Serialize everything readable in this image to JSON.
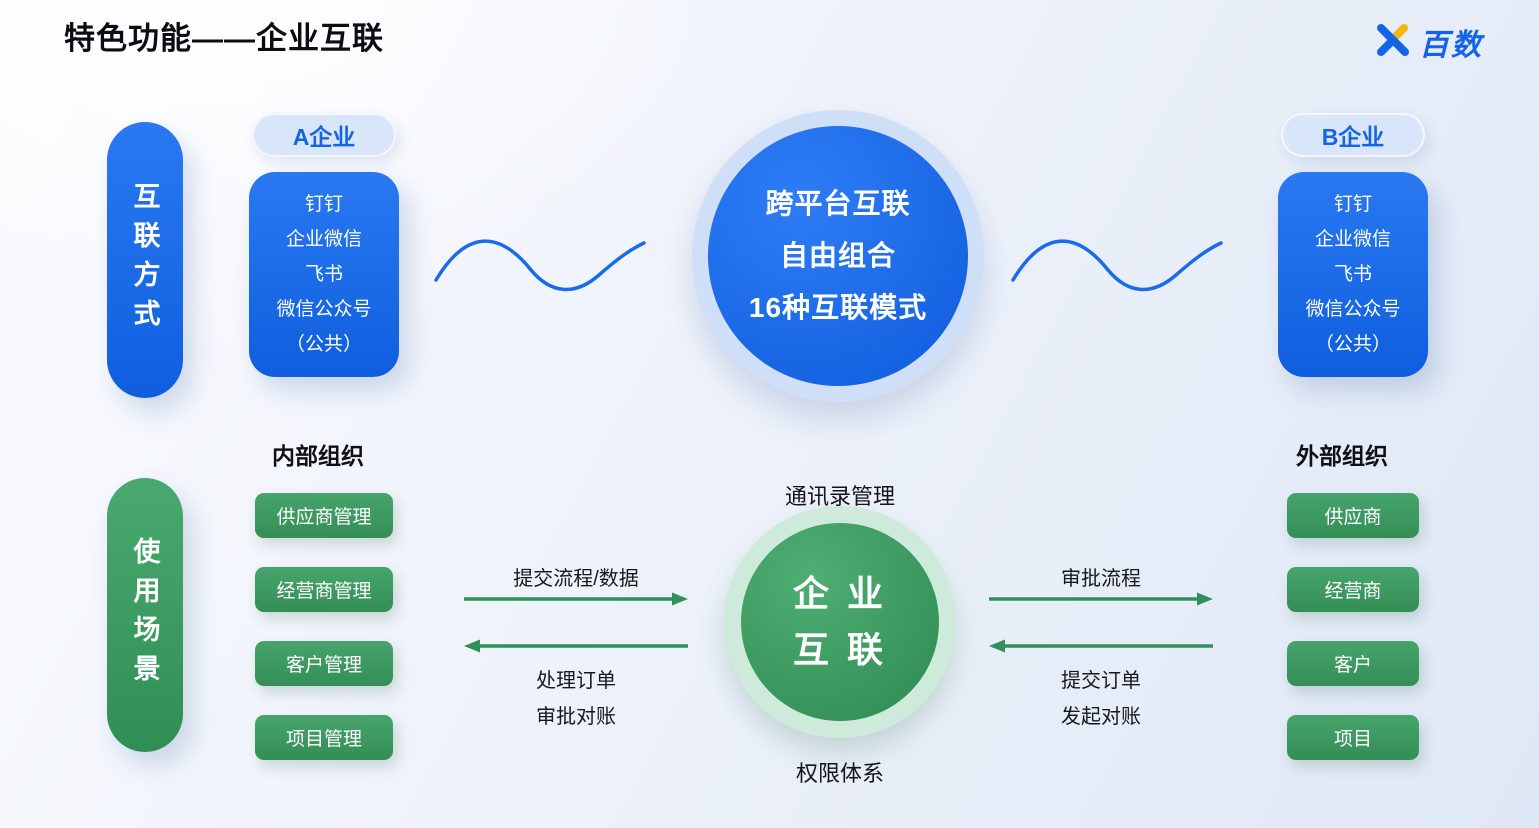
{
  "page": {
    "title": "特色功能——企业互联",
    "logo_text": "百数"
  },
  "colors": {
    "blue": "#1464e6",
    "light_blue": "#d9e6f9",
    "green": "#3a9a5f",
    "halo_blue": "#cfdff7",
    "halo_green": "#cdeada",
    "logo_yellow": "#f5b514"
  },
  "row1": {
    "side_label": "互联方式",
    "company_a": {
      "badge": "A企业",
      "items": [
        "钉钉",
        "企业微信",
        "飞书",
        "微信公众号",
        "（公共）"
      ]
    },
    "company_b": {
      "badge": "B企业",
      "items": [
        "钉钉",
        "企业微信",
        "飞书",
        "微信公众号",
        "（公共）"
      ]
    },
    "center_circle": {
      "lines": [
        "跨平台互联",
        "自由组合",
        "16种互联模式"
      ]
    }
  },
  "row2": {
    "side_label": "使用场景",
    "internal": {
      "heading": "内部组织",
      "buttons": [
        "供应商管理",
        "经营商管理",
        "客户管理",
        "项目管理"
      ]
    },
    "external": {
      "heading": "外部组织",
      "buttons": [
        "供应商",
        "经营商",
        "客户",
        "项目"
      ]
    },
    "center": {
      "top_label": "通讯录管理",
      "circle_lines": [
        "企 业",
        "互 联"
      ],
      "bottom_label": "权限体系"
    },
    "left_arrows": {
      "top_label": "提交流程/数据",
      "bottom_labels": [
        "处理订单",
        "审批对账"
      ]
    },
    "right_arrows": {
      "top_label": "审批流程",
      "bottom_labels": [
        "提交订单",
        "发起对账"
      ]
    }
  }
}
